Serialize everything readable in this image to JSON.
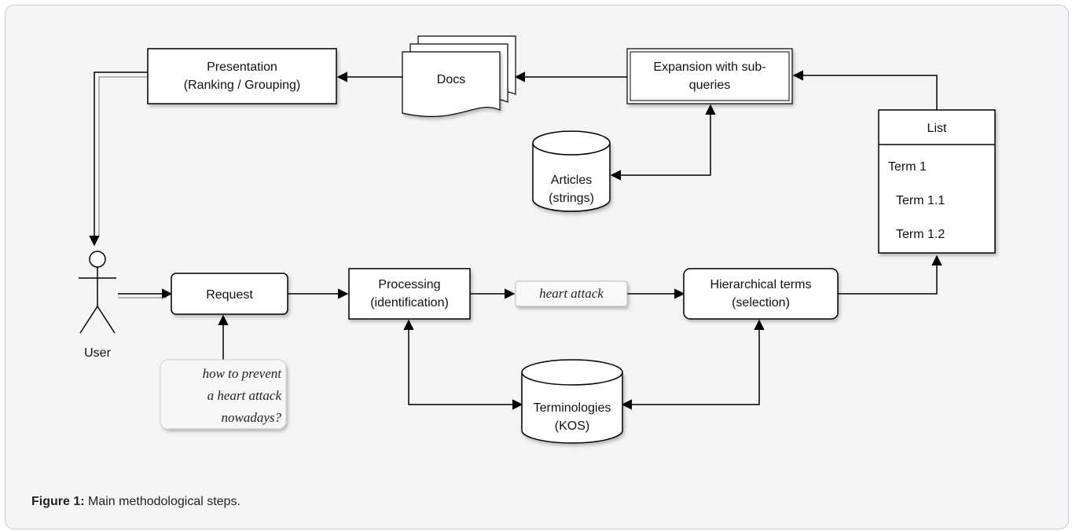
{
  "diagram": {
    "presentation": [
      "Presentation",
      "(Ranking / Grouping)"
    ],
    "docs": "Docs",
    "expansion": [
      "Expansion with sub-",
      "queries"
    ],
    "articles": [
      "Articles",
      "(strings)"
    ],
    "list": {
      "title": "List",
      "items": [
        "Term 1",
        "Term 1.1",
        "Term 1.2"
      ]
    },
    "user": "User",
    "request": "Request",
    "processing": [
      "Processing",
      "(identification)"
    ],
    "term_tag": "heart attack",
    "hierarchical": [
      "Hierarchical terms",
      "(selection)"
    ],
    "query_note": [
      "how to prevent",
      "a heart attack",
      "nowadays?"
    ],
    "terminologies": [
      "Terminologies",
      "(KOS)"
    ]
  },
  "caption": {
    "label": "Figure 1:",
    "text": "Main methodological steps."
  }
}
